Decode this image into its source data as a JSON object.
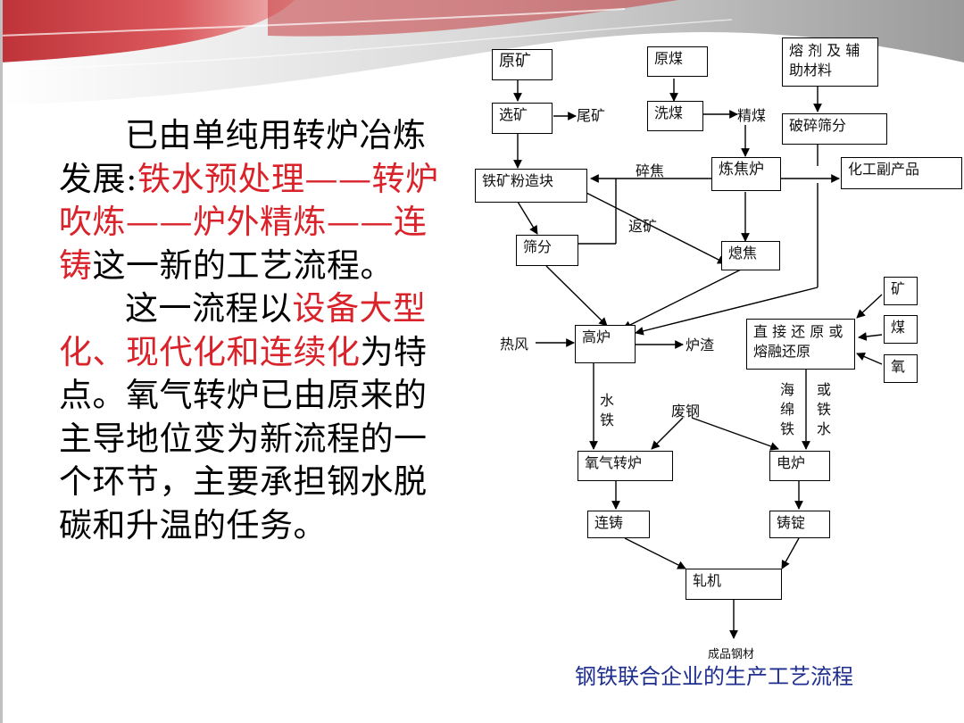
{
  "body_text": {
    "p1_a": "已由单纯用转炉冶炼发展:",
    "p1_red": "铁水预处理——转炉吹炼——炉外精炼——连铸",
    "p1_b": "这一新的工艺流程。",
    "p2_a": "这一流程以",
    "p2_red": "设备大型化、现代化和连续化",
    "p2_b": "为特点。氧气转炉已由原来的主导地位变为新流程的一个环节，主要承担钢水脱碳和升温的任务。"
  },
  "flow": {
    "yuankuang": "原矿",
    "yuanmei": "原煤",
    "rongji": "熔 剂 及 辅 助材料",
    "xuankuang": "选矿",
    "weikuang": "尾矿",
    "ximei": "洗煤",
    "jingmei": "精煤",
    "posui": "破碎筛分",
    "tiekuang_zaokuai": "铁矿粉造块",
    "suijiao": "碎焦",
    "lianjiaolu": "炼焦炉",
    "huagong": "化工副产品",
    "fankuang": "返矿",
    "shaifen": "筛分",
    "xijiao": "熄焦",
    "kuang_right": "矿",
    "mei_right": "煤",
    "yang_right": "氧",
    "refeng": "热风",
    "gaolu": "高炉",
    "luzha": "炉渣",
    "zhijie": "直 接 还 原 或 熔融还原",
    "shuitie": "水铁",
    "haimiantie": "海绵铁",
    "huotieshui": "或铁水",
    "feigang": "废钢",
    "yangqi": "氧气转炉",
    "dianlu": "电炉",
    "lianzhu": "连铸",
    "zhuding": "铸锭",
    "zhaji": "轧机",
    "chengpin": "成品钢材"
  },
  "caption": "钢铁联合企业的生产工艺流程",
  "colors": {
    "emphasis": "#d9222a",
    "caption": "#1f2f8f",
    "banner": "#c8262c"
  }
}
